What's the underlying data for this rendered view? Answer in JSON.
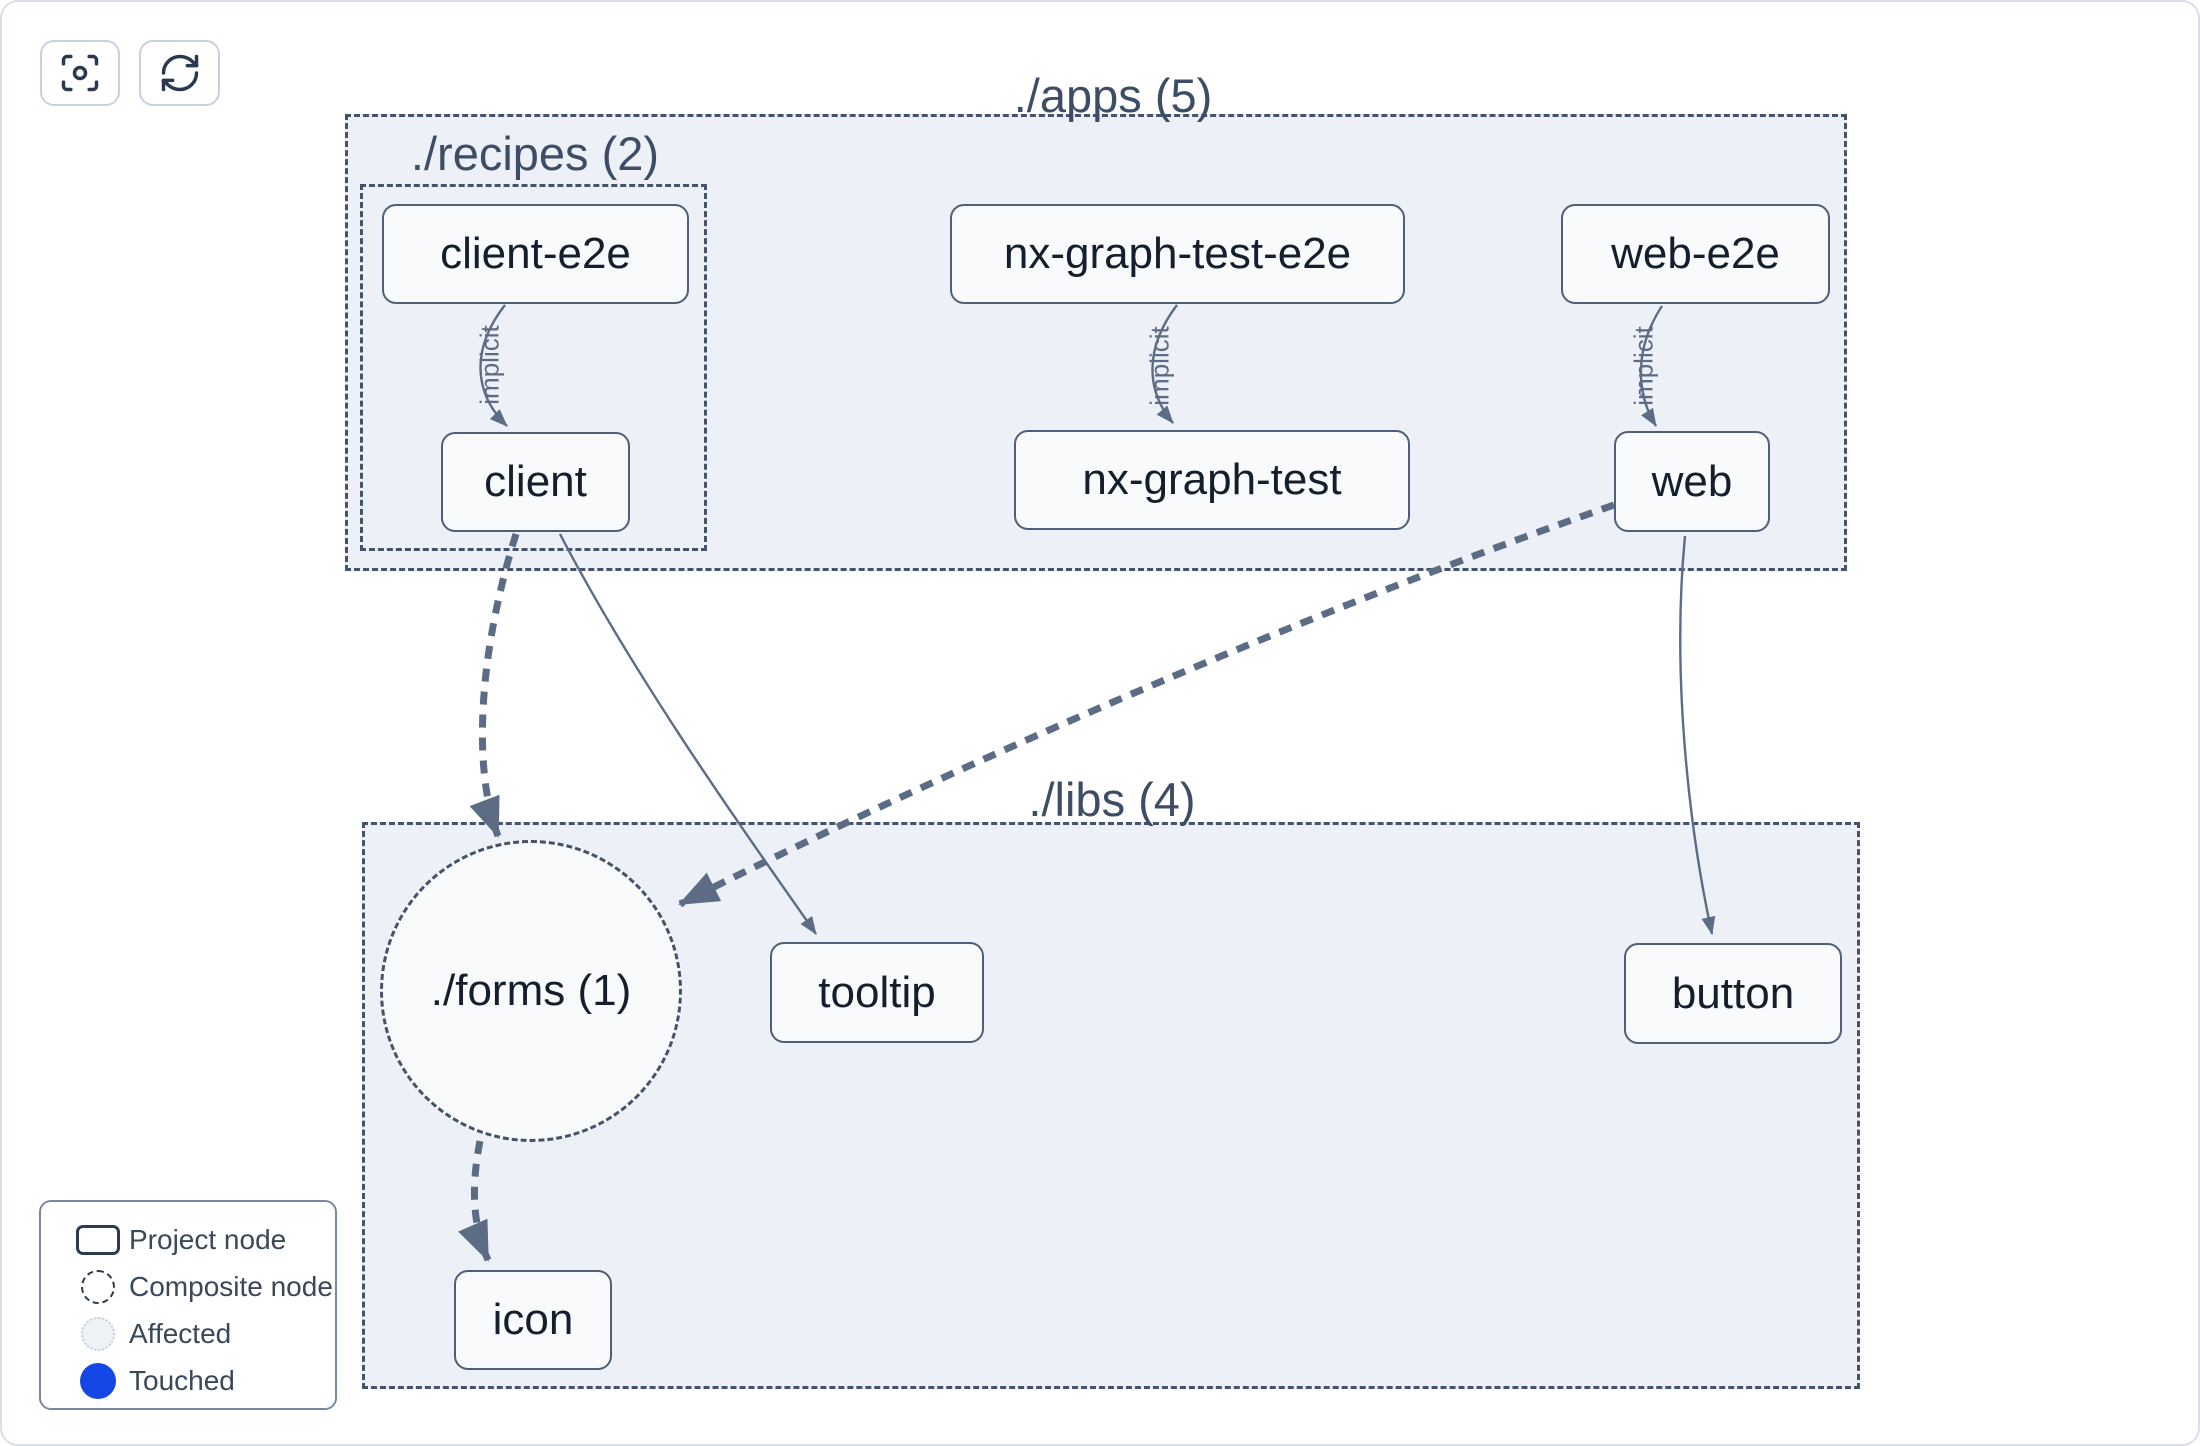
{
  "toolbar": {
    "buttons": [
      {
        "icon": "focus-target-icon"
      },
      {
        "icon": "refresh-icon"
      }
    ]
  },
  "clusters": {
    "apps": {
      "label": "./apps (5)"
    },
    "recipes": {
      "label": "./recipes (2)"
    },
    "libs": {
      "label": "./libs (4)"
    }
  },
  "composite": {
    "forms": {
      "label": "./forms (1)"
    }
  },
  "nodes": {
    "client_e2e": {
      "label": "client-e2e"
    },
    "nx_graph_test_e2e": {
      "label": "nx-graph-test-e2e"
    },
    "web_e2e": {
      "label": "web-e2e"
    },
    "client": {
      "label": "client"
    },
    "nx_graph_test": {
      "label": "nx-graph-test"
    },
    "web": {
      "label": "web"
    },
    "tooltip": {
      "label": "tooltip"
    },
    "button": {
      "label": "button"
    },
    "icon": {
      "label": "icon"
    }
  },
  "edges": {
    "implicit_labels": [
      "implicit",
      "implicit",
      "implicit"
    ]
  },
  "legend": {
    "items": [
      {
        "swatch": "project-node-swatch",
        "label": "Project node"
      },
      {
        "swatch": "composite-node-swatch",
        "label": "Composite node"
      },
      {
        "swatch": "affected-swatch",
        "label": "Affected"
      },
      {
        "swatch": "touched-swatch",
        "label": "Touched"
      }
    ]
  },
  "colors": {
    "touched_blue": "#1447e6",
    "affected_fill": "#eef1f6",
    "cluster_fill": "#edf1f7",
    "cluster_border": "#44536b",
    "node_fill": "#f9fafc",
    "node_border": "#4f5f78",
    "node_text": "#141e2c",
    "edge": "#5d6c85",
    "canvas_border": "#d9dee9"
  }
}
